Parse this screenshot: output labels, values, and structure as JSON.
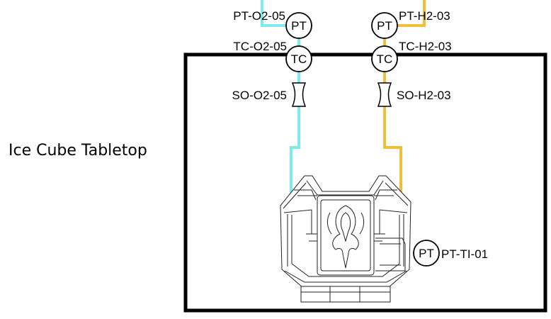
{
  "title": "Ice Cube Tabletop",
  "colors": {
    "o2_line": "#7eeaea",
    "h2_line": "#f0bd3c",
    "frame": "#000000"
  },
  "instruments": {
    "pt_o2": {
      "symbol": "PT",
      "tag": "PT-O2-05"
    },
    "tc_o2": {
      "symbol": "TC",
      "tag": "TC-O2-05"
    },
    "so_o2": {
      "tag": "SO-O2-05"
    },
    "pt_h2": {
      "symbol": "PT",
      "tag": "PT-H2-03"
    },
    "tc_h2": {
      "symbol": "TC",
      "tag": "TC-H2-03"
    },
    "so_h2": {
      "tag": "SO-H2-03"
    },
    "pt_ti": {
      "symbol": "PT",
      "tag": "PT-TI-01"
    }
  }
}
